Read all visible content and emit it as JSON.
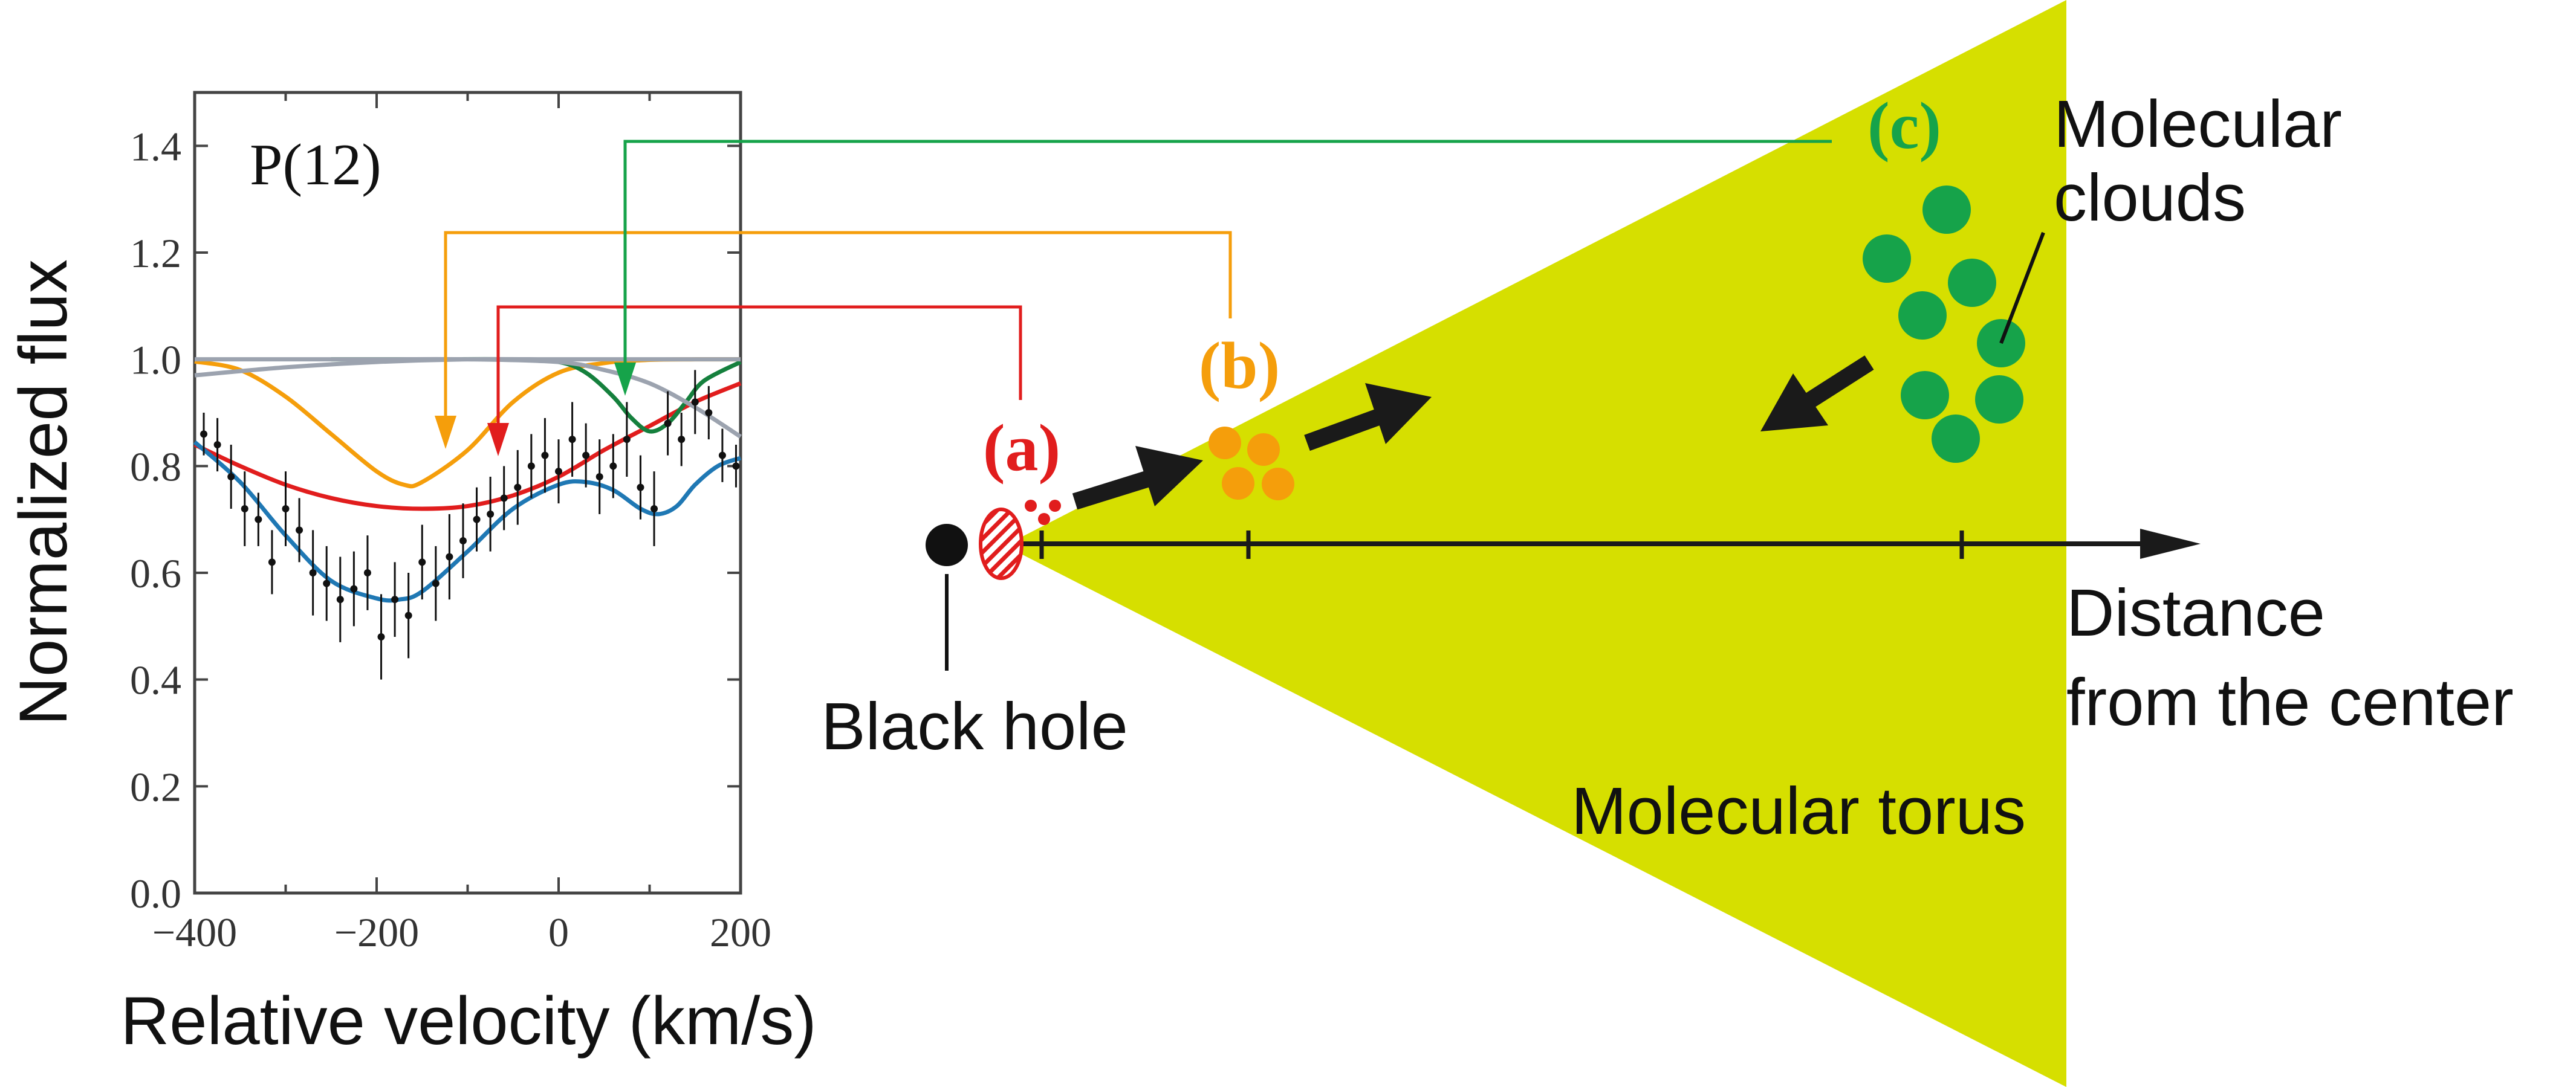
{
  "chart_data": {
    "type": "line",
    "panel_label": "P(12)",
    "xlabel": "Relative velocity (km/s)",
    "ylabel": "Normalized flux",
    "xlim": [
      -400,
      200
    ],
    "ylim": [
      0.0,
      1.5
    ],
    "x_ticks": [
      -400,
      -300,
      -200,
      -100,
      0,
      100,
      200
    ],
    "x_tick_labels": [
      "−400",
      "",
      "−200",
      "",
      "0",
      "",
      "200"
    ],
    "y_ticks": [
      0.0,
      0.2,
      0.4,
      0.6,
      0.8,
      1.0,
      1.2,
      1.4
    ],
    "y_tick_labels": [
      "0.0",
      "0.2",
      "0.4",
      "0.6",
      "0.8",
      "1.0",
      "1.2",
      "1.4"
    ],
    "grid": false,
    "series": [
      {
        "color": "#f59e0b",
        "role": "component (b)",
        "x": [
          -400,
          -350,
          -300,
          -250,
          -200,
          -170,
          -150,
          -100,
          -50,
          0,
          50,
          100,
          150,
          200
        ],
        "y": [
          0.996,
          0.98,
          0.93,
          0.86,
          0.79,
          0.765,
          0.77,
          0.83,
          0.92,
          0.975,
          0.993,
          0.999,
          1.0,
          1.0
        ]
      },
      {
        "color": "#e11d1d",
        "role": "component (a)",
        "x": [
          -400,
          -350,
          -300,
          -250,
          -200,
          -150,
          -100,
          -50,
          0,
          50,
          100,
          150,
          200
        ],
        "y": [
          0.84,
          0.8,
          0.765,
          0.74,
          0.725,
          0.72,
          0.725,
          0.745,
          0.78,
          0.83,
          0.875,
          0.92,
          0.955
        ]
      },
      {
        "color": "#15803d",
        "role": "component (c)",
        "x": [
          -250,
          -150,
          -50,
          0,
          30,
          60,
          80,
          100,
          120,
          140,
          160,
          200
        ],
        "y": [
          1.0,
          1.0,
          1.0,
          0.995,
          0.975,
          0.93,
          0.89,
          0.865,
          0.88,
          0.92,
          0.96,
          0.995
        ]
      },
      {
        "color": "#9ca3af",
        "role": "continuum",
        "x": [
          -400,
          -300,
          -200,
          -100,
          0,
          50,
          100,
          150,
          200
        ],
        "y": [
          1.0,
          1.0,
          1.0,
          1.0,
          0.995,
          0.98,
          0.955,
          0.91,
          0.855
        ]
      },
      {
        "color": "#9ca3af",
        "role": "continuum",
        "x": [
          -400,
          -300,
          -200,
          -100,
          0,
          100,
          200
        ],
        "y": [
          0.97,
          0.985,
          0.995,
          1.0,
          1.0,
          1.0,
          1.0
        ]
      },
      {
        "color": "#1f78b4",
        "role": "total fit",
        "x": [
          -400,
          -350,
          -300,
          -250,
          -200,
          -175,
          -150,
          -100,
          -50,
          0,
          30,
          60,
          90,
          110,
          130,
          150,
          175,
          200
        ],
        "y": [
          0.845,
          0.77,
          0.67,
          0.585,
          0.552,
          0.55,
          0.565,
          0.64,
          0.72,
          0.765,
          0.77,
          0.755,
          0.72,
          0.71,
          0.725,
          0.765,
          0.8,
          0.815
        ]
      }
    ],
    "data_points": {
      "color": "#111111",
      "x": [
        -390,
        -375,
        -360,
        -345,
        -330,
        -315,
        -300,
        -285,
        -270,
        -255,
        -240,
        -225,
        -210,
        -195,
        -180,
        -165,
        -150,
        -135,
        -120,
        -105,
        -90,
        -75,
        -60,
        -45,
        -30,
        -15,
        0,
        15,
        30,
        45,
        60,
        75,
        90,
        105,
        120,
        135,
        150,
        165,
        180,
        195
      ],
      "y": [
        0.86,
        0.84,
        0.78,
        0.72,
        0.7,
        0.62,
        0.72,
        0.68,
        0.6,
        0.58,
        0.55,
        0.57,
        0.6,
        0.48,
        0.55,
        0.52,
        0.62,
        0.58,
        0.63,
        0.66,
        0.7,
        0.71,
        0.74,
        0.76,
        0.8,
        0.82,
        0.79,
        0.85,
        0.82,
        0.78,
        0.8,
        0.85,
        0.76,
        0.72,
        0.88,
        0.85,
        0.92,
        0.9,
        0.82,
        0.8
      ],
      "err": [
        0.04,
        0.05,
        0.06,
        0.07,
        0.05,
        0.06,
        0.07,
        0.06,
        0.08,
        0.07,
        0.08,
        0.07,
        0.07,
        0.08,
        0.07,
        0.08,
        0.07,
        0.07,
        0.08,
        0.07,
        0.06,
        0.07,
        0.06,
        0.07,
        0.06,
        0.07,
        0.06,
        0.07,
        0.06,
        0.07,
        0.06,
        0.07,
        0.06,
        0.07,
        0.06,
        0.05,
        0.06,
        0.05,
        0.05,
        0.04
      ]
    }
  },
  "diagram": {
    "label_a": "(a)",
    "label_b": "(b)",
    "label_c": "(c)",
    "molecular_clouds": [
      "Molecular",
      "clouds"
    ],
    "distance_axis": [
      "Distance",
      "from the center"
    ],
    "black_hole": "Black hole",
    "torus": "Molecular torus",
    "colors": {
      "torus": "#d6df00",
      "a": "#e11d1d",
      "b": "#f59e0b",
      "c": "#16a34a",
      "arrow": "#1a1a1a"
    }
  }
}
